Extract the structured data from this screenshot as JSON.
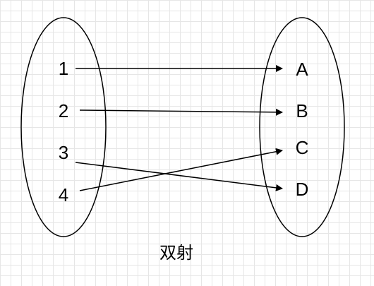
{
  "domain_set": [
    "1",
    "2",
    "3",
    "4"
  ],
  "codomain_set": [
    "A",
    "B",
    "C",
    "D"
  ],
  "mappings": [
    {
      "from": "1",
      "to": "A"
    },
    {
      "from": "2",
      "to": "B"
    },
    {
      "from": "3",
      "to": "D"
    },
    {
      "from": "4",
      "to": "C"
    }
  ],
  "caption": "双射",
  "colors": {
    "stroke": "#000000",
    "grid": "#e6e6e6",
    "background": "#ffffff"
  }
}
